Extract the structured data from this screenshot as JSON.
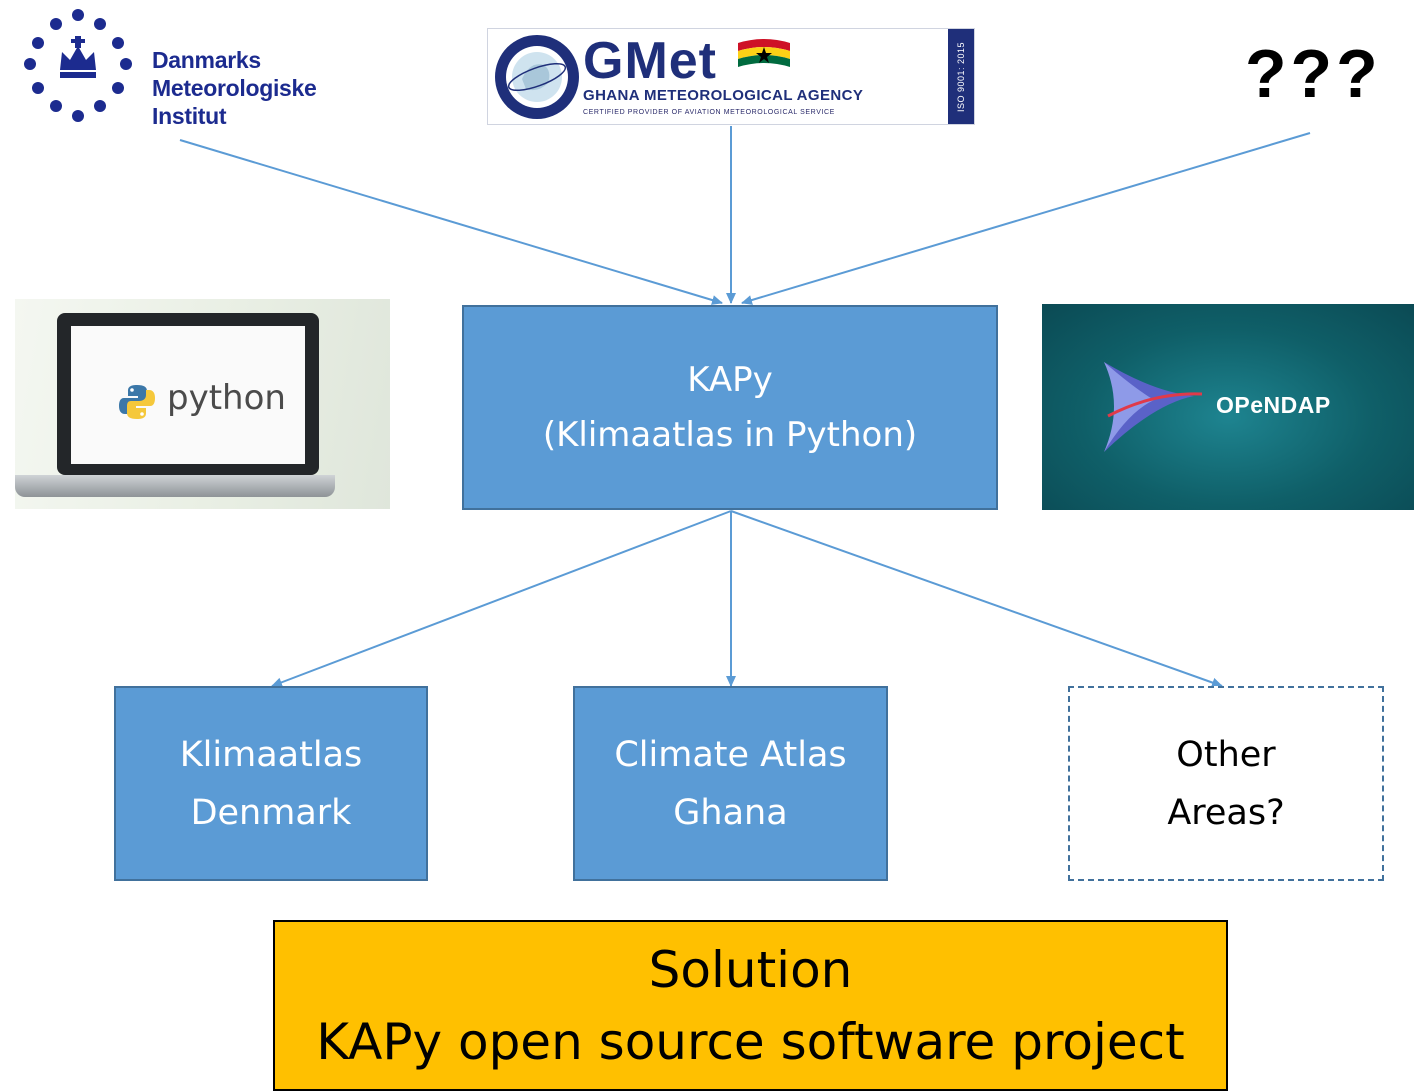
{
  "logos": {
    "dmi": {
      "lines": [
        "Danmarks",
        "Meteorologiske",
        "Institut"
      ]
    },
    "gmet": {
      "title": "GMet",
      "name": "GHANA METEOROLOGICAL AGENCY",
      "cert": "CERTIFIED PROVIDER OF AVIATION METEOROLOGICAL SERVICE",
      "iso": "ISO 9001: 2015"
    },
    "unknown": "???"
  },
  "images": {
    "python": {
      "label": "python"
    },
    "opendap": {
      "label": "OPeNDAP"
    }
  },
  "center": {
    "lines": [
      "KAPy",
      "(Klimaatlas in Python)"
    ]
  },
  "outputs": [
    {
      "lines": [
        "Klimaatlas",
        "Denmark"
      ]
    },
    {
      "lines": [
        "Climate Atlas",
        "Ghana"
      ]
    },
    {
      "lines": [
        "Other",
        "Areas?"
      ]
    }
  ],
  "solution": {
    "lines": [
      "Solution",
      "KAPy open source software project"
    ]
  },
  "colors": {
    "box_fill": "#5b9bd5",
    "box_border": "#41719c",
    "solution_fill": "#ffc000",
    "dmi_blue": "#1c2b8f",
    "gmet_blue": "#1f2f7a"
  }
}
